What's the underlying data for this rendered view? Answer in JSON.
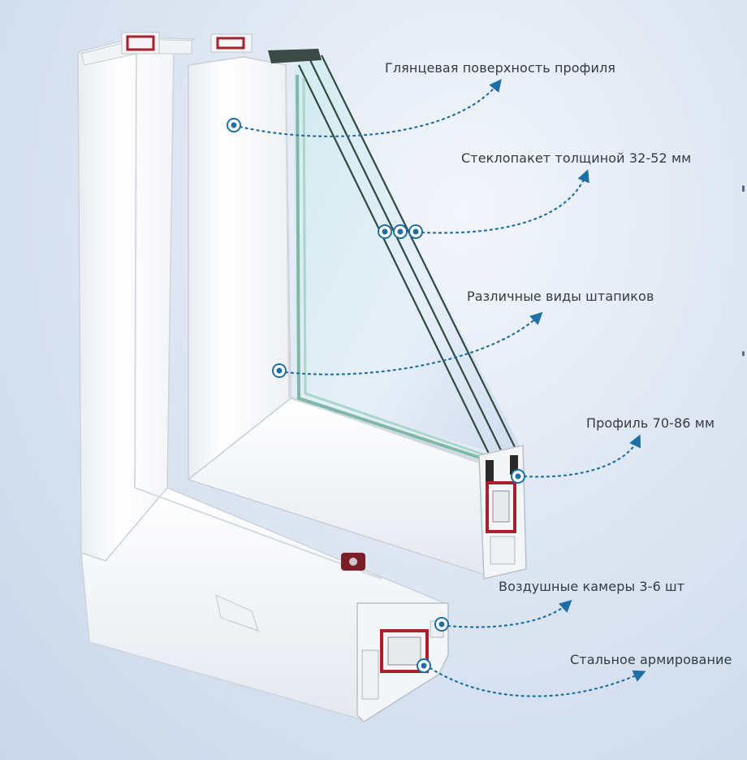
{
  "callouts": [
    {
      "id": "gloss",
      "label": "Глянцевая поверхность профиля"
    },
    {
      "id": "glass",
      "label": "Стеклопакет толщиной 32-52 мм"
    },
    {
      "id": "bead",
      "label": "Различные виды штапиков"
    },
    {
      "id": "profile",
      "label": "Профиль 70-86 мм"
    },
    {
      "id": "chambers",
      "label": "Воздушные камеры 3-6 шт"
    },
    {
      "id": "steel",
      "label": "Стальное армирование"
    }
  ],
  "colors": {
    "background": "#dde6f2",
    "frame": "#f7f8fa",
    "frame_shadow": "#d9dde4",
    "glass": "#bfe3d6",
    "glass_edge": "#2f4a40",
    "steel": "#a8202c",
    "steel_inner": "#6f6f74",
    "seal": "#2a2a2a",
    "handle_stub": "#7a1f28",
    "callout": "#1e6fa6",
    "label_text": "#333a44"
  }
}
